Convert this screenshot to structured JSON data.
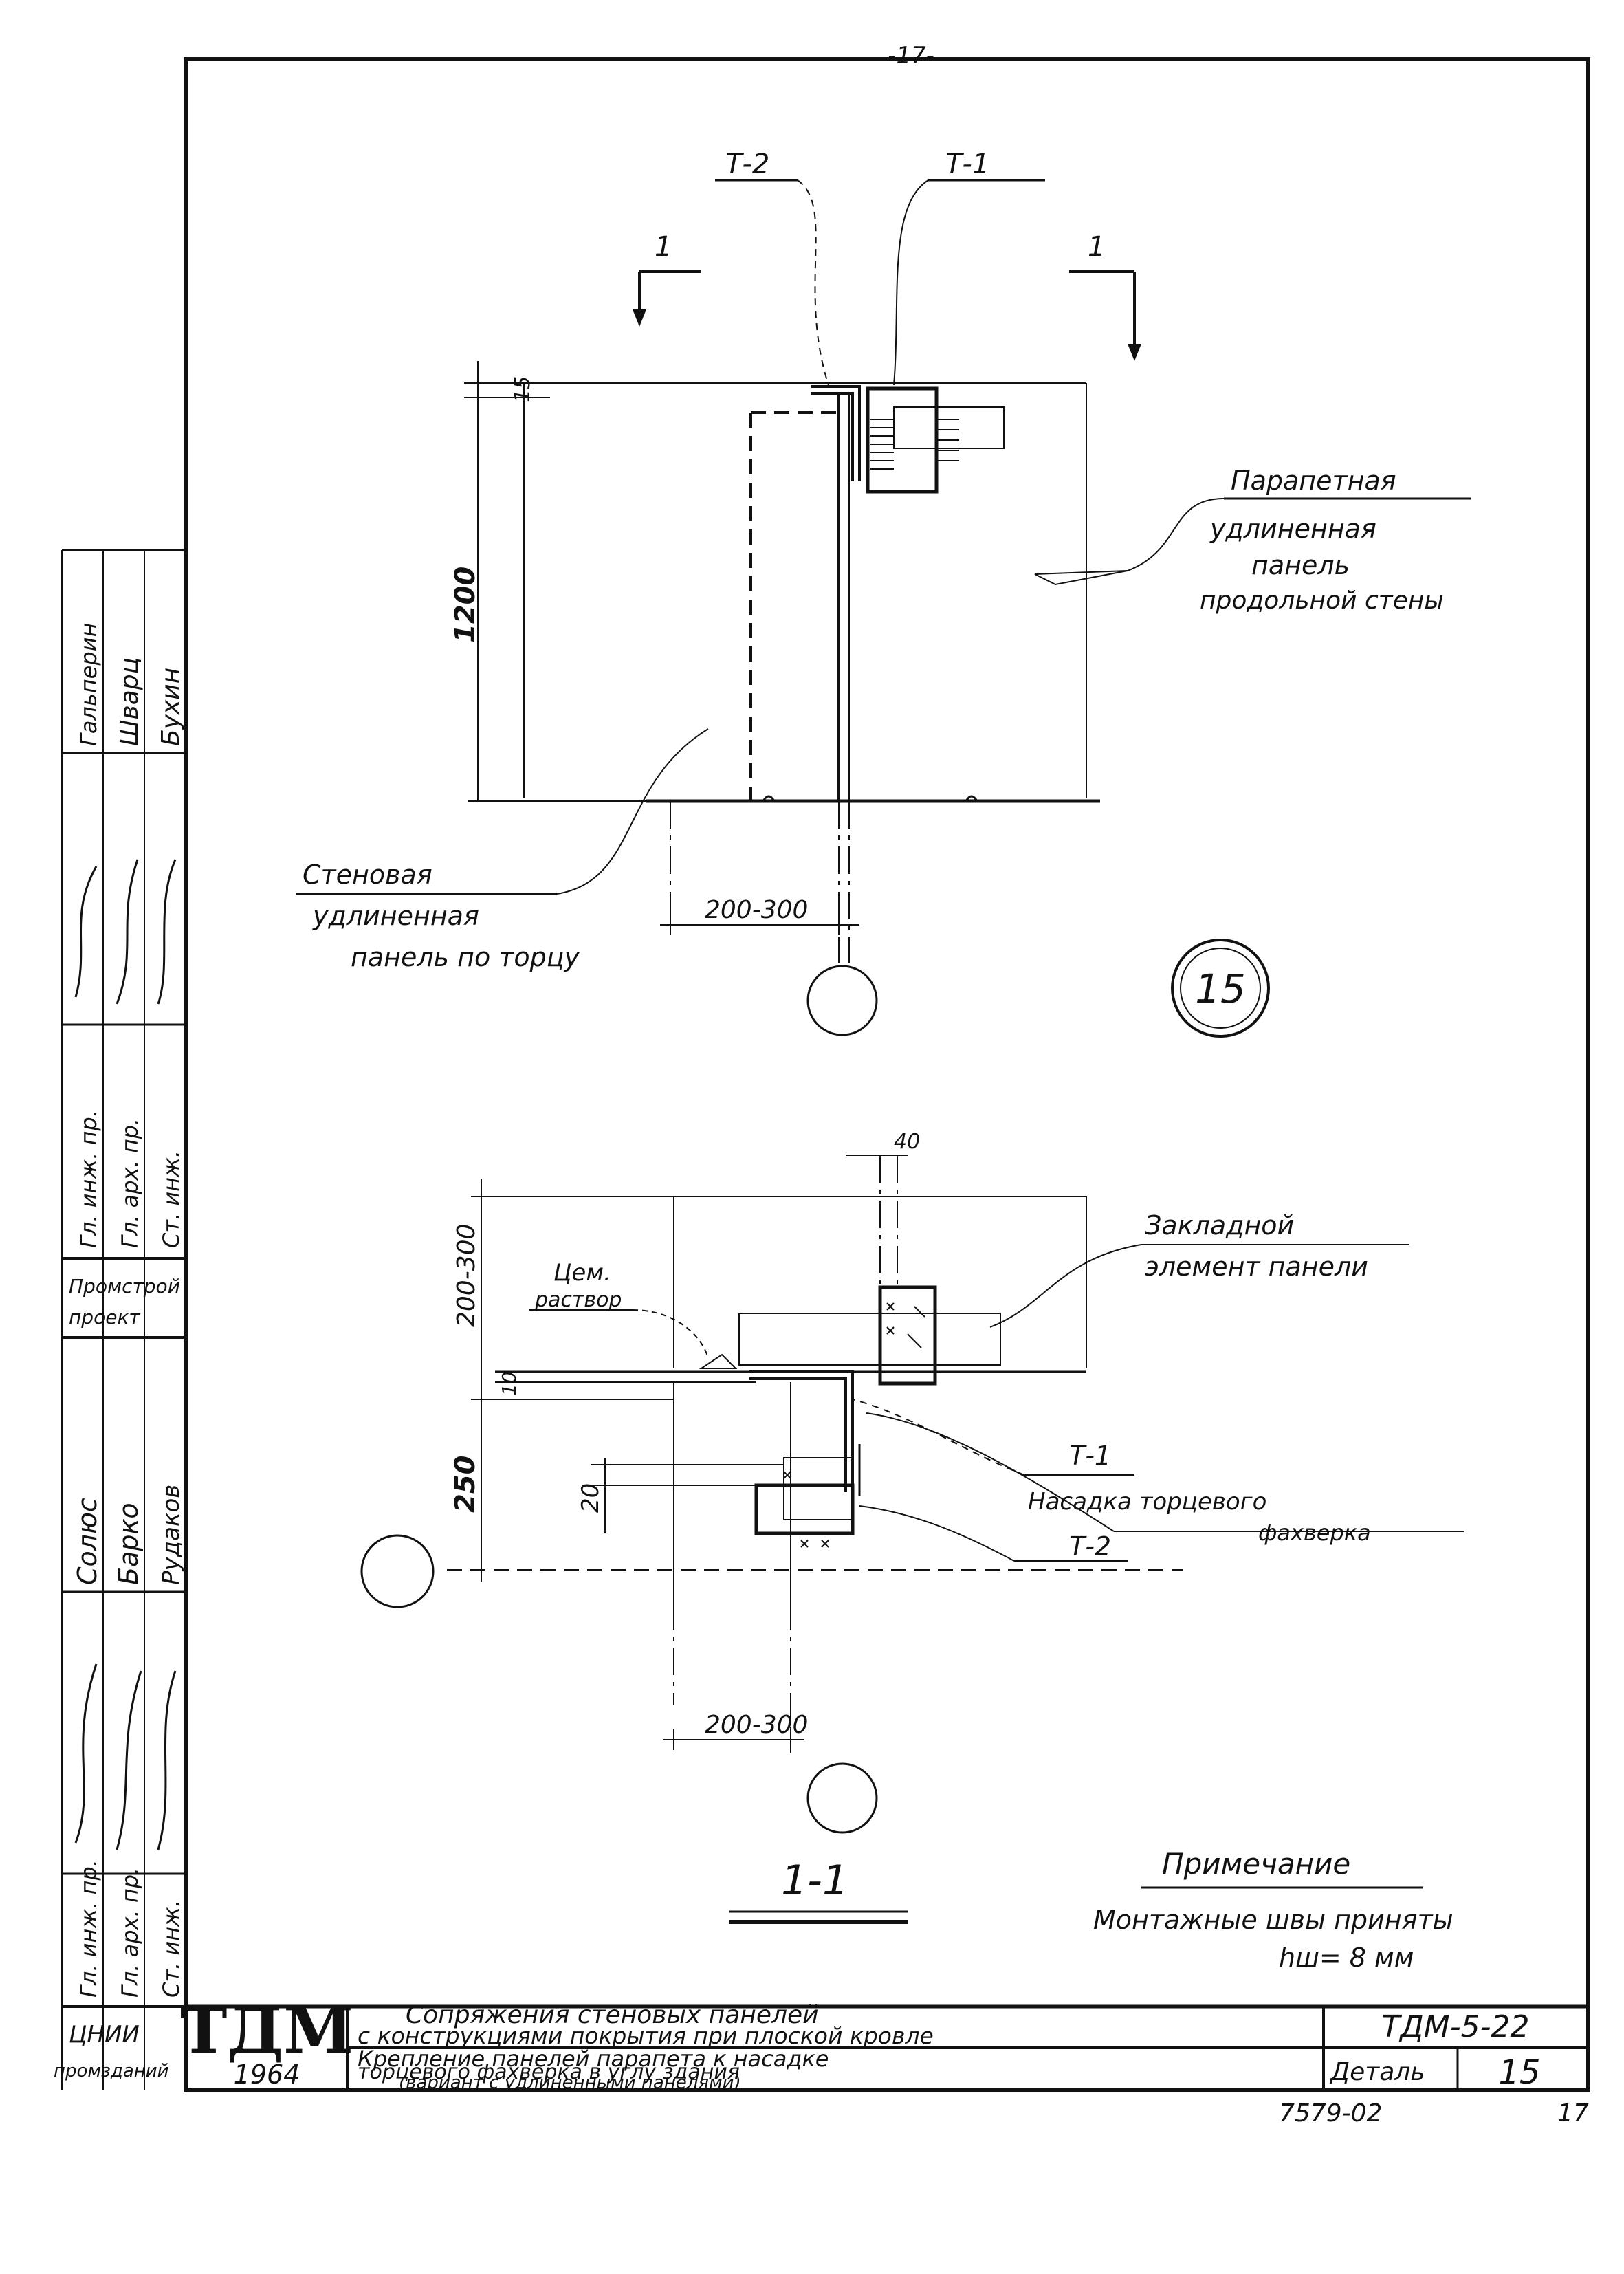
{
  "page_number": "-17-",
  "plan_view": {
    "callout_t2": "Т-2",
    "callout_t1": "Т-1",
    "section_marker_left": "1",
    "section_marker_right": "1",
    "dim_15": "15",
    "dim_1200": "1200",
    "dim_200_300": "200-300",
    "label_parapet": [
      "Парапетная",
      "удлиненная",
      "панель",
      "продольной стены"
    ],
    "label_wall": [
      "Стеновая",
      "удлиненная",
      "панель по торцу"
    ]
  },
  "detail_number": "15",
  "section_view": {
    "dim_40": "40",
    "dim_200_300_top": "200-300",
    "dim_10": "10",
    "dim_250": "250",
    "dim_20": "20",
    "dim_200_300_bottom": "200-300",
    "label_cement": [
      "Цем.",
      "раствор"
    ],
    "label_embed": [
      "Закладной",
      "элемент панели"
    ],
    "callout_t1": "Т-1",
    "label_cap": [
      "Насадка торцевого",
      "фахверка"
    ],
    "callout_t2": "Т-2",
    "section_title": "1-1"
  },
  "note": {
    "heading": "Примечание",
    "line1": "Монтажные швы приняты",
    "line2": "hш= 8 мм"
  },
  "title_block": {
    "logo": "ТДМ",
    "year": "1964",
    "title_line1": "Сопряжения стеновых панелей",
    "title_line2": "с конструкциями покрытия при плоской кровле",
    "subtitle_line1": "Крепление панелей парапета к насадке",
    "subtitle_line2": "торцевого фахверка в углу здания",
    "subtitle_line3": "(вариант с удлиненными панелями)",
    "code": "ТДМ-5-22",
    "detail_label": "Деталь",
    "detail_value": "15",
    "footer_code": "7579-02",
    "footer_page": "17"
  },
  "side_stamp": {
    "upper_roles": [
      "Гл. инж. пр.",
      "Гл. арх. пр.",
      "Ст. инж."
    ],
    "upper_names": [
      "Гальперин",
      "Шварц",
      "Бухин"
    ],
    "org_upper": [
      "Промстрой",
      "проект"
    ],
    "lower_roles": [
      "Гл. инж. пр.",
      "Гл. арх. пр.",
      "Ст. инж."
    ],
    "lower_names": [
      "Солюс",
      "Барко",
      "Рудаков"
    ],
    "org_lower": [
      "ЦНИИ",
      "промзданий"
    ]
  }
}
